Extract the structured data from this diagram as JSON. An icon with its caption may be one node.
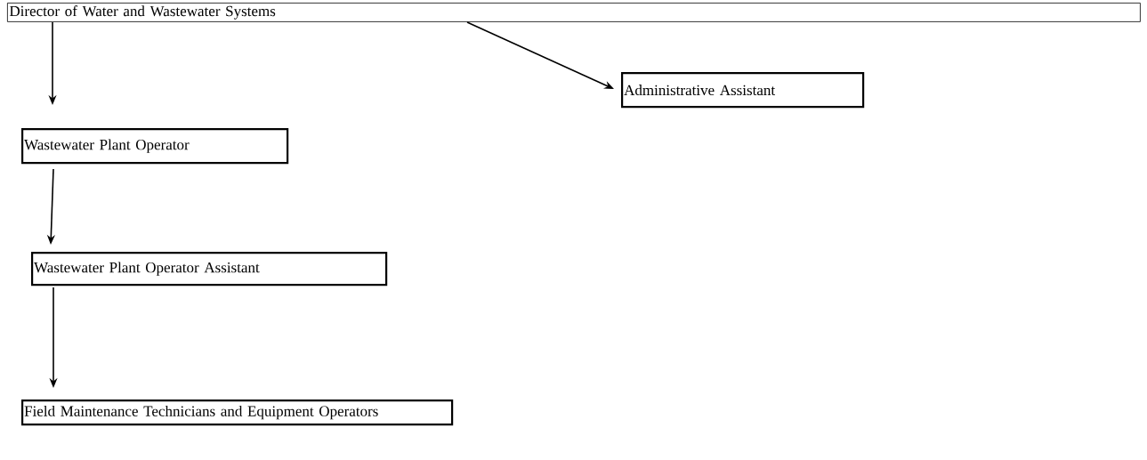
{
  "diagram": {
    "nodes": [
      {
        "text": [
          "Director of Water and Wastewater Systems"
        ]
      },
      {
        "text": [
          "Administrative Assistant"
        ]
      },
      {
        "text": [
          "Wastewater Plant Operator"
        ]
      },
      {
        "text": [
          "Wastewater Plant Operator Assistant"
        ]
      },
      {
        "text": [
          "Field Maintenance Technicians and Equipment Operators"
        ]
      }
    ],
    "edges": [
      {
        "from": 0,
        "to": 2,
        "arrow": "to"
      },
      {
        "from": 0,
        "to": 1,
        "arrow": "to"
      },
      {
        "from": 2,
        "to": 3,
        "arrow": "to"
      },
      {
        "from": 3,
        "to": 4,
        "arrow": "to"
      }
    ]
  }
}
